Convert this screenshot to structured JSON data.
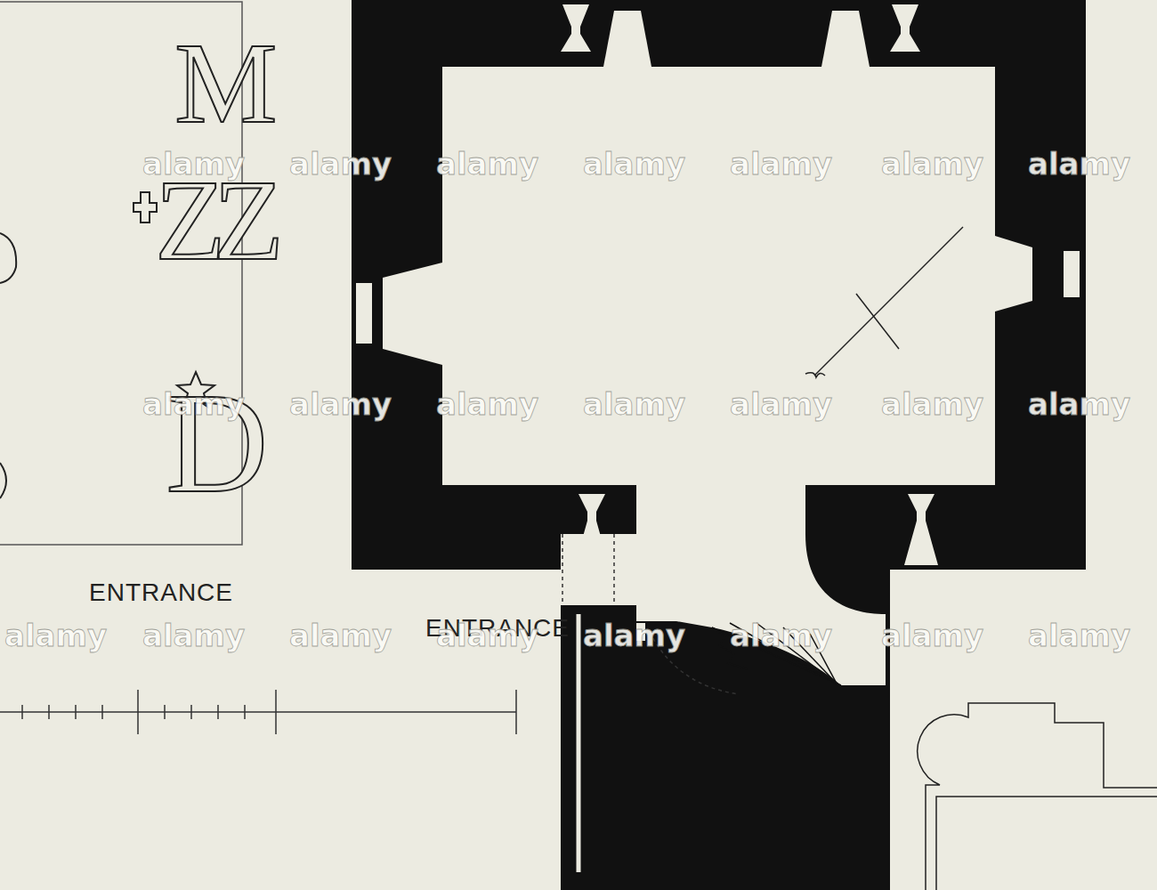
{
  "diagram": {
    "labels": [
      "M",
      "ZZ",
      "D",
      "ENTRANCE",
      "ENTRANCE",
      "alamy",
      "alamy",
      "alamy",
      "alamy",
      "alamy",
      "alamy",
      "alamy",
      "alamy",
      "alamy",
      "alamy",
      "alamy",
      "alamy",
      "alamy",
      "alamy",
      "alamy",
      "alamy",
      "alamy",
      "alamy",
      "alamy",
      "alamy",
      "alamy",
      "alamy"
    ]
  }
}
